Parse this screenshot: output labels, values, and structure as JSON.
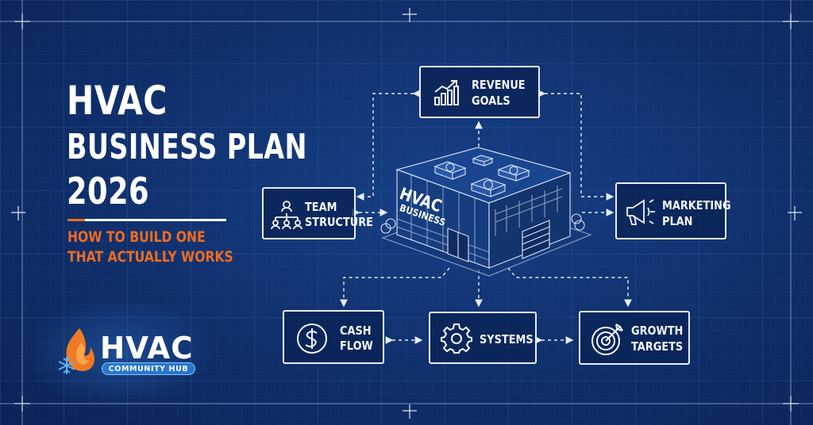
{
  "title": {
    "line1": "HVAC",
    "line2": "BUSINESS PLAN",
    "line3": "2026"
  },
  "subtitle": {
    "line1": "HOW TO BUILD ONE",
    "line2": "THAT ACTUALLY WORKS"
  },
  "diagram": {
    "center": {
      "line1": "HVAC",
      "line2": "BUSINESS"
    },
    "nodes": {
      "revenue": {
        "line1": "REVENUE",
        "line2": "GOALS",
        "icon": "bar-chart-up-icon"
      },
      "team": {
        "line1": "TEAM",
        "line2": "STRUCTURE",
        "icon": "org-chart-icon"
      },
      "marketing": {
        "line1": "MARKETING",
        "line2": "PLAN",
        "icon": "megaphone-icon"
      },
      "cash": {
        "line1": "CASH",
        "line2": "FLOW",
        "icon": "dollar-coin-icon"
      },
      "systems": {
        "line1": "SYSTEMS",
        "icon": "gear-icon"
      },
      "growth": {
        "line1": "GROWTH",
        "line2": "TARGETS",
        "icon": "target-icon"
      }
    }
  },
  "logo": {
    "word": "HVAC",
    "tagline": "COMMUNITY HUB"
  },
  "colors": {
    "background": "#0b2a63",
    "accent": "#ee6b22",
    "line": "#e6edf7",
    "logo_blue": "#2777cf"
  }
}
